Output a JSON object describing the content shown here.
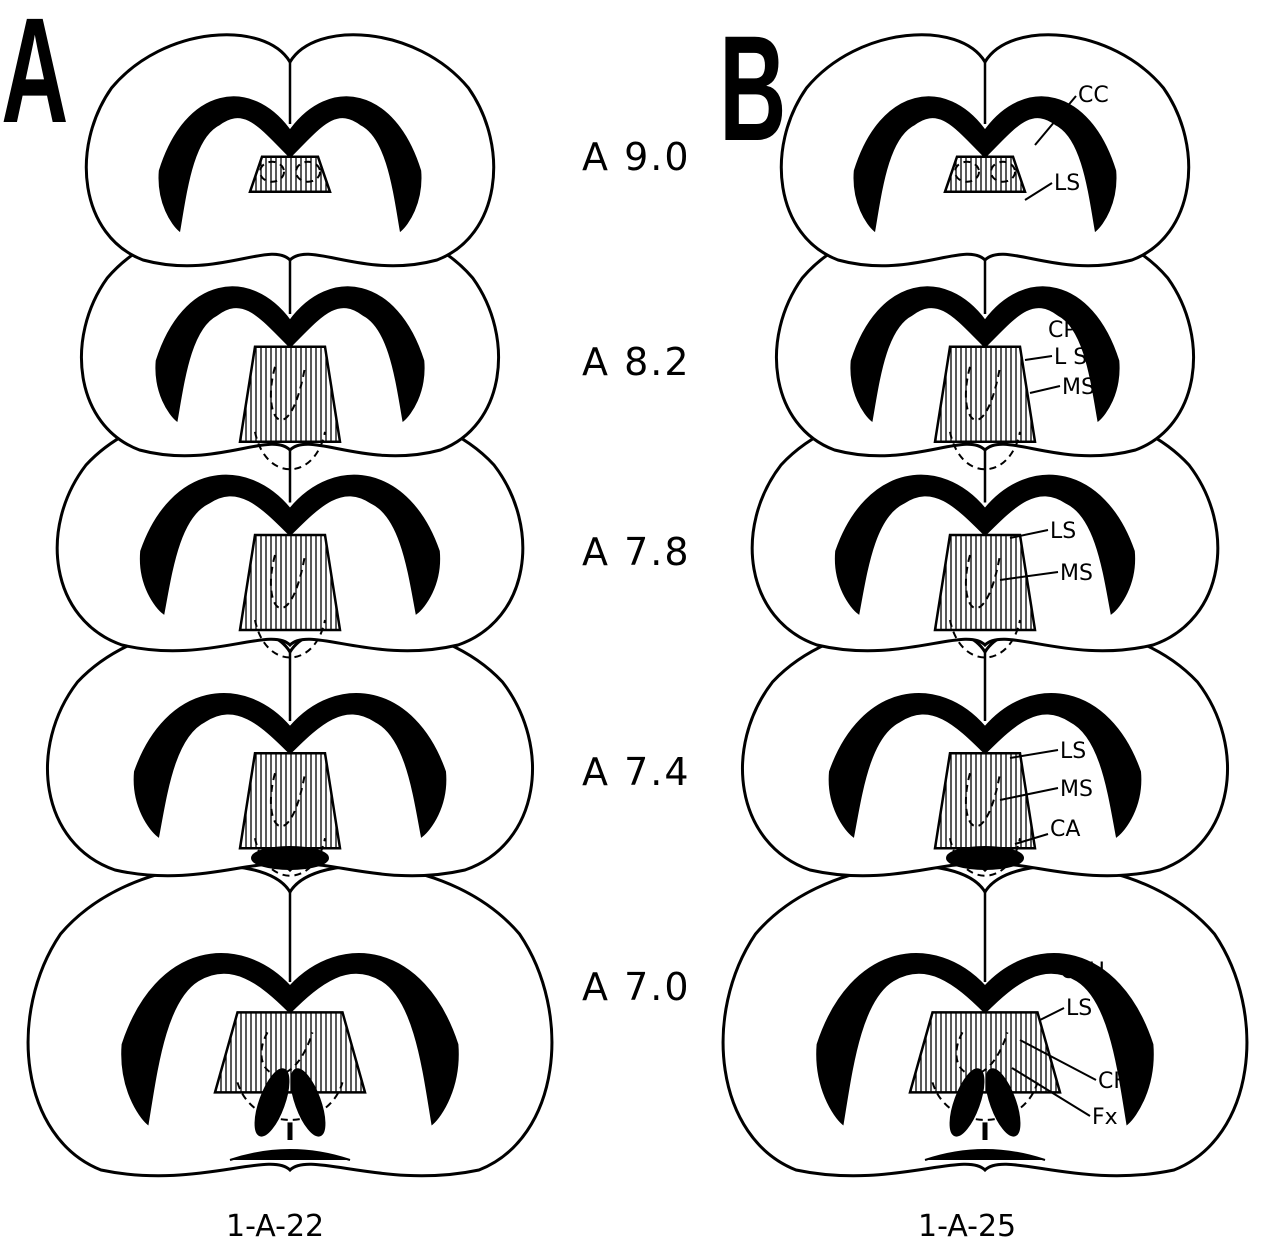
{
  "panels": [
    {
      "letter": "A",
      "case_id": "1-A-22"
    },
    {
      "letter": "B",
      "case_id": "1-A-25"
    }
  ],
  "levels": [
    "A 9.0",
    "A 8.2",
    "A 7.8",
    "A 7.4",
    "A 7.0"
  ],
  "structure_labels": {
    "a90": [
      "CC",
      "LS"
    ],
    "a82": [
      "CPU",
      "L S",
      "MS"
    ],
    "a78": [
      "LS",
      "MS"
    ],
    "a74": [
      "LS",
      "MS",
      "CA"
    ],
    "a70": [
      "CPU",
      "LS",
      "CH",
      "Fx"
    ]
  }
}
